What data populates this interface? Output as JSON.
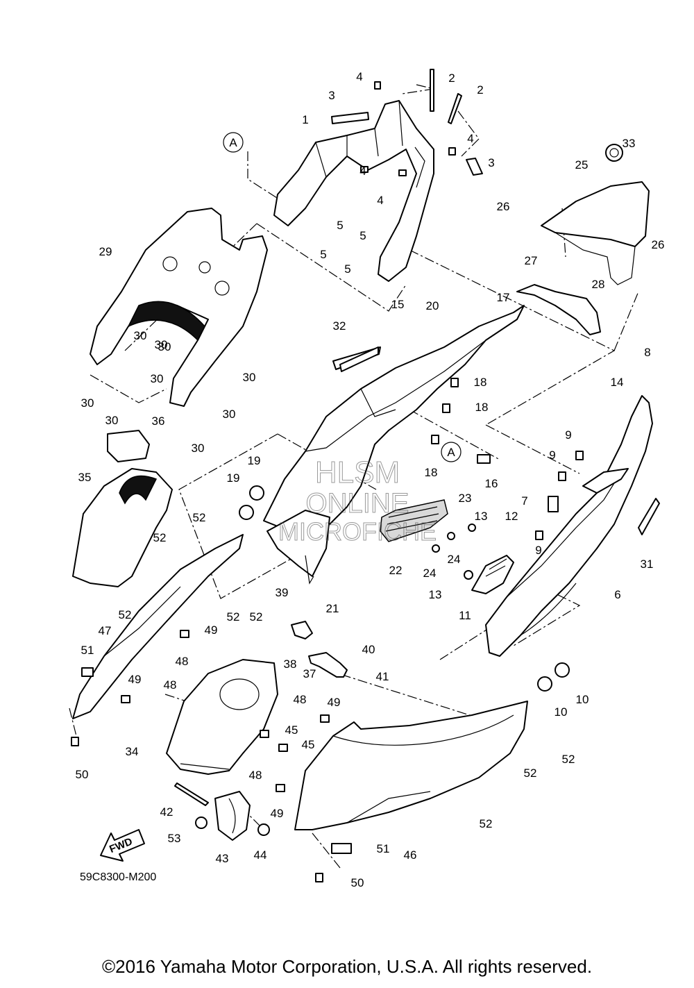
{
  "diagram": {
    "ref_letter": "A",
    "fwd_label": "FWD",
    "code": "59C8300-M200",
    "watermark": [
      "HLSM",
      "ONLINE",
      "MICROFICHE"
    ],
    "callouts": [
      "1",
      "2",
      "2",
      "3",
      "3",
      "4",
      "4",
      "4",
      "4",
      "5",
      "5",
      "5",
      "5",
      "6",
      "7",
      "8",
      "9",
      "9",
      "9",
      "10",
      "10",
      "11",
      "12",
      "13",
      "13",
      "14",
      "15",
      "16",
      "17",
      "18",
      "18",
      "18",
      "19",
      "19",
      "20",
      "21",
      "22",
      "23",
      "24",
      "24",
      "25",
      "26",
      "26",
      "27",
      "28",
      "29",
      "30",
      "30",
      "30",
      "30",
      "30",
      "30",
      "30",
      "30",
      "30",
      "31",
      "32",
      "33",
      "34",
      "35",
      "36",
      "37",
      "38",
      "39",
      "40",
      "41",
      "42",
      "43",
      "44",
      "45",
      "45",
      "46",
      "47",
      "48",
      "48",
      "48",
      "48",
      "49",
      "49",
      "49",
      "49",
      "50",
      "50",
      "51",
      "51",
      "52",
      "52",
      "52",
      "52",
      "52",
      "52",
      "52",
      "52",
      "53"
    ]
  },
  "footer": {
    "copyright": "©2016 Yamaha Motor Corporation, U.S.A. All rights reserved."
  }
}
